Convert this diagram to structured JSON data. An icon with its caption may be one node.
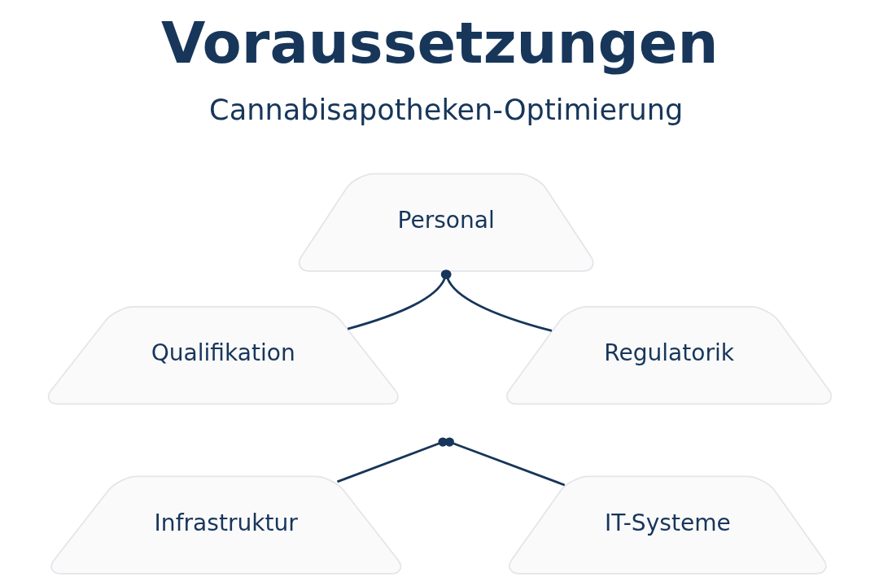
{
  "diagram": {
    "title": "Voraussetzungen",
    "nodes": [
      {
        "text": [
          "Personal"
        ]
      },
      {
        "text": [
          "Qualifikation"
        ]
      },
      {
        "text": [
          "Regulatorik"
        ]
      },
      {
        "text": [
          "Infrastruktur"
        ]
      },
      {
        "text": [
          "IT-Systeme"
        ]
      }
    ],
    "edges": [
      {
        "from": 0,
        "to": 1,
        "arrow": "other"
      },
      {
        "from": 0,
        "to": 2,
        "arrow": "other"
      },
      {
        "from": null,
        "to": 3,
        "arrow": "other"
      },
      {
        "from": null,
        "to": 4,
        "arrow": "other"
      }
    ],
    "labels": [
      "Cannabisapotheken-Optimierung"
    ]
  }
}
